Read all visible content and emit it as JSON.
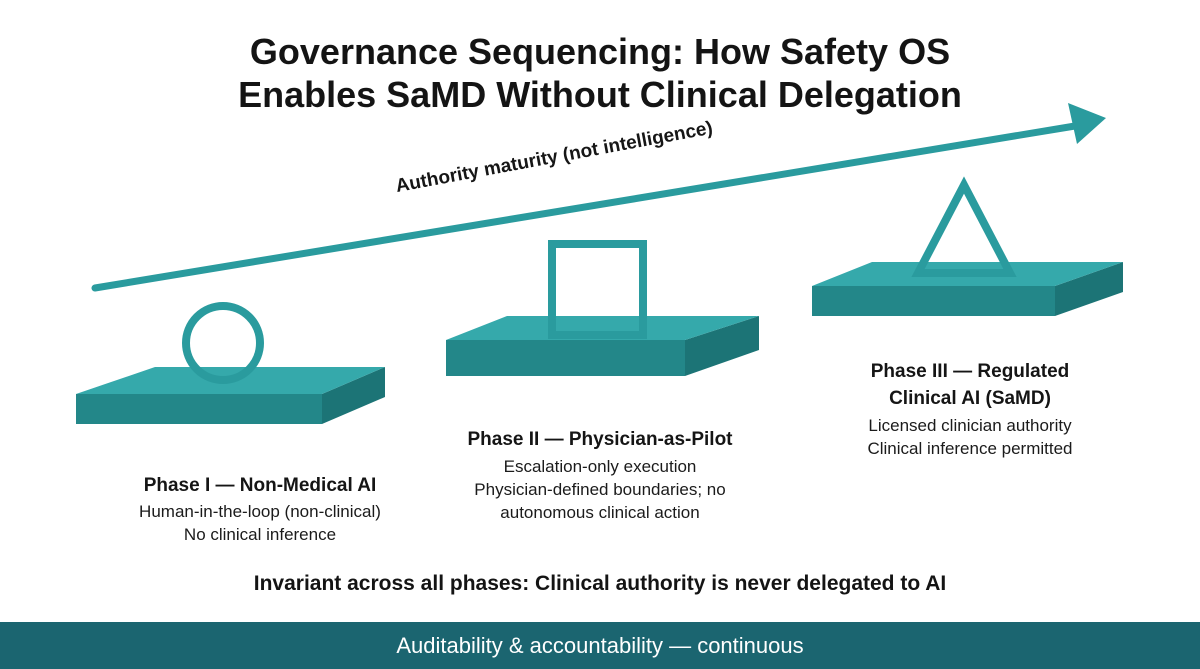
{
  "title": {
    "line1": "Governance Sequencing: How Safety OS",
    "line2": "Enables SaMD Without Clinical Delegation"
  },
  "axis_label": "Authority maturity (not intelligence)",
  "phases": [
    {
      "title": "Phase I — Non-Medical AI",
      "lines": [
        "Human-in-the-loop (non-clinical)",
        "No clinical inference"
      ],
      "icon": "circle-icon"
    },
    {
      "title": "Phase II — Physician-as-Pilot",
      "lines": [
        "Escalation-only execution",
        "Physician-defined boundaries; no",
        "autonomous clinical action"
      ],
      "icon": "square-icon"
    },
    {
      "title_lines": [
        "Phase III — Regulated",
        "Clinical AI (SaMD)"
      ],
      "lines": [
        "Licensed clinician authority",
        "Clinical inference permitted"
      ],
      "icon": "triangle-icon"
    }
  ],
  "invariant": "Invariant across all phases: Clinical authority is never delegated to AI",
  "footer": "Auditability & accountability — continuous",
  "colors": {
    "teal": "#2a9b9e",
    "teal_top": "#33a7a9",
    "teal_side": "#238789",
    "teal_dark": "#1e7a7c",
    "footer_bg": "#1b6570"
  }
}
